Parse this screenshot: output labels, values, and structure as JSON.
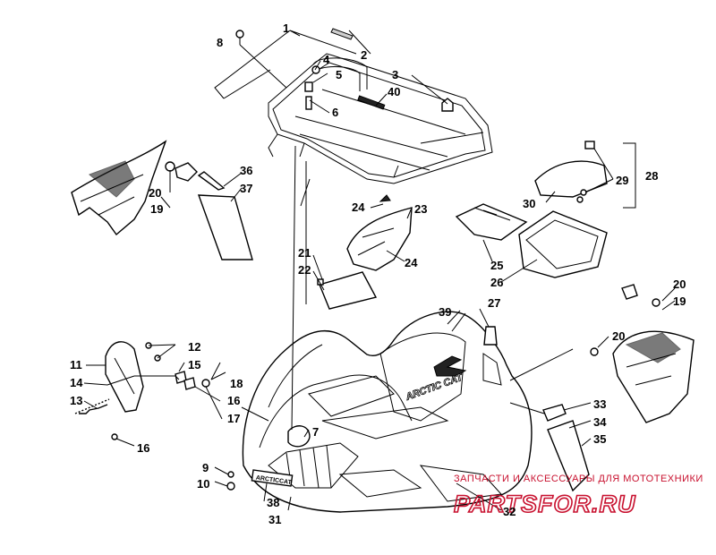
{
  "labels": {
    "l1": "1",
    "l2": "2",
    "l3": "3",
    "l4": "4",
    "l5": "5",
    "l6": "6",
    "l7": "7",
    "l8": "8",
    "l9": "9",
    "l10": "10",
    "l11": "11",
    "l12": "12",
    "l13": "13",
    "l14": "14",
    "l15": "15",
    "l16a": "16",
    "l16b": "16",
    "l17": "17",
    "l18": "18",
    "l19a": "19",
    "l19b": "19",
    "l20a": "20",
    "l20b": "20",
    "l20c": "20",
    "l21": "21",
    "l22": "22",
    "l23": "23",
    "l24a": "24",
    "l24b": "24",
    "l25": "25",
    "l26": "26",
    "l27": "27",
    "l28": "28",
    "l29": "29",
    "l30": "30",
    "l31": "31",
    "l32": "32",
    "l33": "33",
    "l34": "34",
    "l35": "35",
    "l36": "36",
    "l37": "37",
    "l38": "38",
    "l39": "39",
    "l40": "40"
  },
  "watermark": {
    "line1": "ЗАПЧАСТИ И АКСЕССУАРЫ ДЛЯ МОТОТЕХНИКИ",
    "line2": "PARTSFOR.RU"
  },
  "colors": {
    "watermark": "#c8102e",
    "ink": "#000000"
  }
}
